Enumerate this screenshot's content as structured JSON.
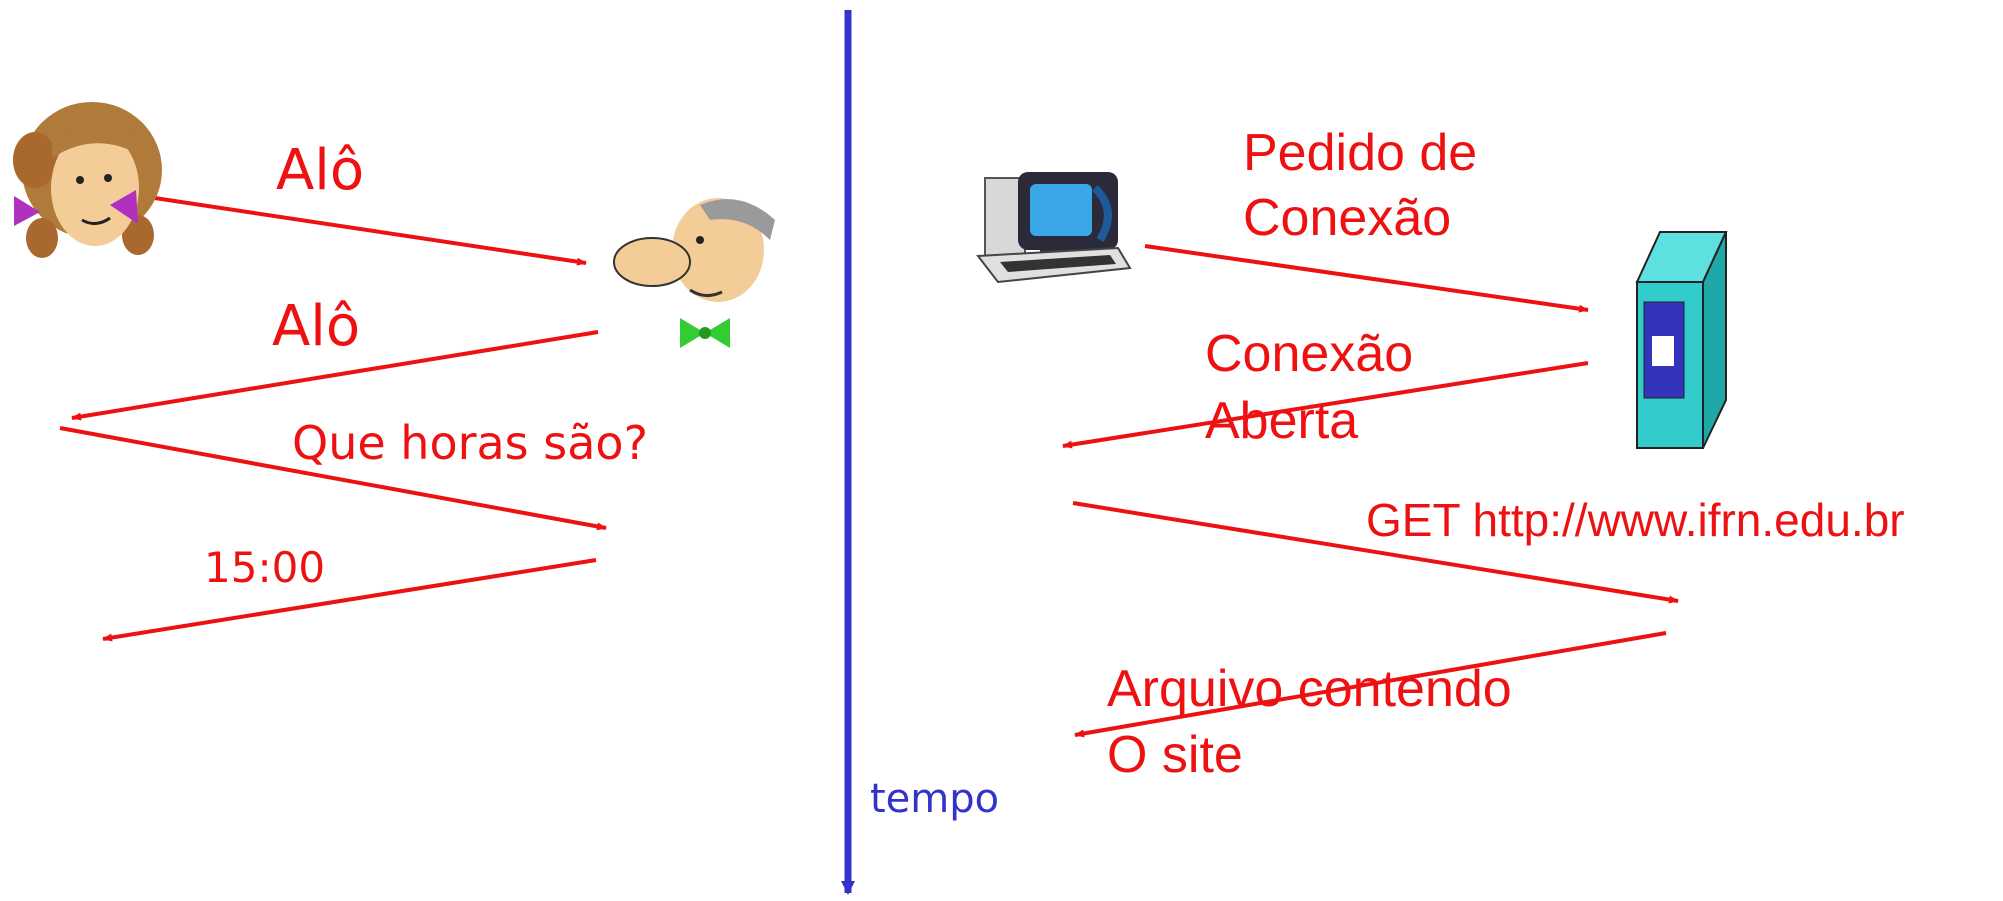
{
  "human_protocol": {
    "greeting_1": "Alô",
    "greeting_2": "Alô",
    "question": "Que horas são?",
    "answer": "15:00"
  },
  "network_protocol": {
    "request_line1": "Pedido de",
    "request_line2": "Conexão",
    "response_line1": "Conexão",
    "response_line2": "Aberta",
    "get_request": "GET http://www.ifrn.edu.br",
    "file_line1": "Arquivo contendo",
    "file_line2": "O site"
  },
  "timeline": {
    "label": "tempo"
  },
  "icons": [
    "woman-icon",
    "man-icon",
    "computer-icon",
    "server-icon"
  ],
  "colors": {
    "message_arrows": "#ee1111",
    "labels": "#ee1111",
    "time_axis": "#3333cc"
  }
}
